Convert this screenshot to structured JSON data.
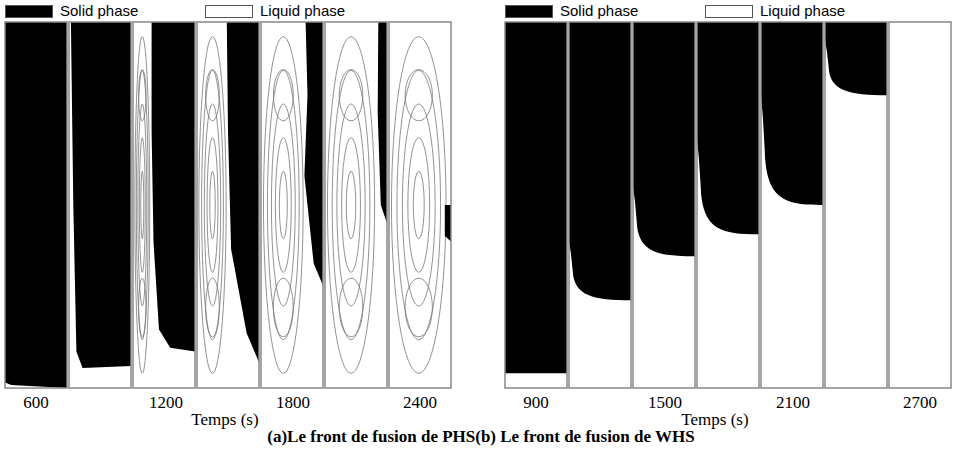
{
  "diagram": {
    "caption": "(a)Le front de fusion de PHS(b) Le front de fusion de WHS",
    "labels": [
      "600",
      "1200",
      "1800",
      "2400",
      "Temps (s)",
      "900",
      "1500",
      "2100",
      "2700",
      "Temps (s)"
    ],
    "legend": [
      {
        "text": "Solid phase",
        "color": "#000000"
      },
      {
        "text": "Liquid phase",
        "color": "#ffffff"
      },
      {
        "text": "Solid phase",
        "color": "#000000"
      },
      {
        "text": "Liquid phase",
        "color": "#ffffff"
      }
    ]
  }
}
